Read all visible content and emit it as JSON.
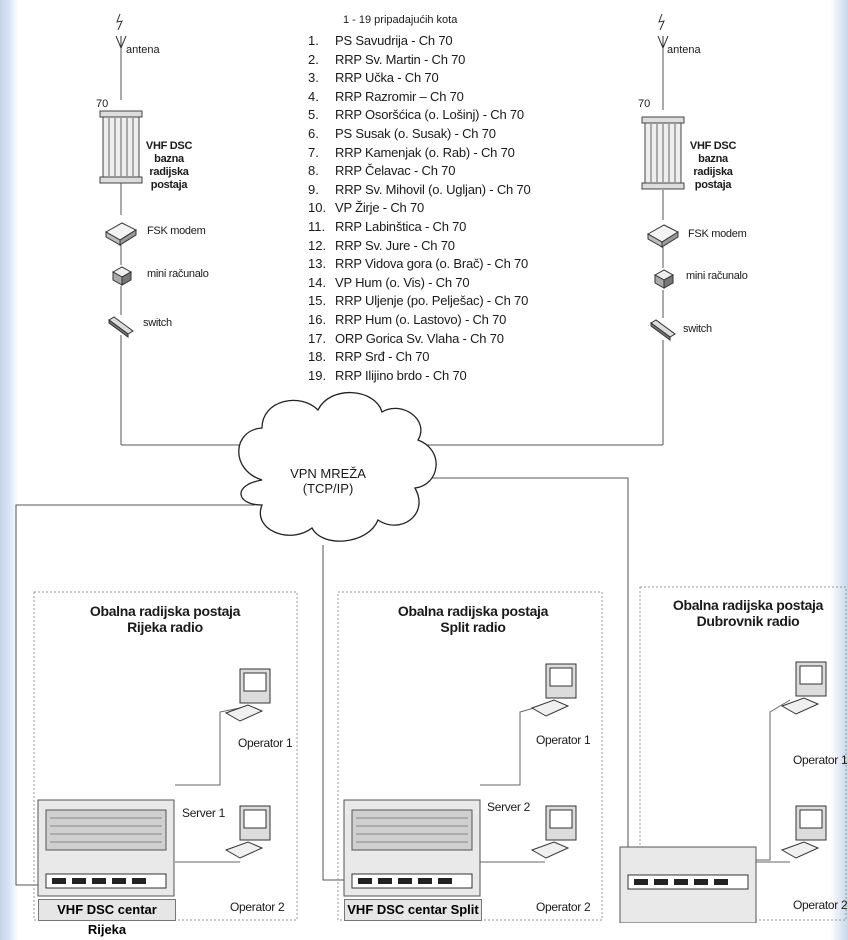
{
  "antennas": {
    "left": {
      "antenna_label": "antena",
      "channel_number": "70",
      "station_label_lines": [
        "VHF DSC",
        "bazna",
        "radijska",
        "postaja"
      ],
      "modem_label": "FSK modem",
      "computer_label": "mini računalo",
      "switch_label": "switch"
    },
    "right": {
      "antenna_label": "antena",
      "channel_number": "70",
      "station_label_lines": [
        "VHF DSC",
        "bazna",
        "radijska",
        "postaja"
      ],
      "modem_label": "FSK modem",
      "computer_label": "mini računalo",
      "switch_label": "switch"
    }
  },
  "site_list": {
    "header": "1 - 19 pripadajućih kota",
    "items": [
      {
        "num": "1.",
        "text": "PS Savudrija - Ch 70"
      },
      {
        "num": "2.",
        "text": "RRP Sv. Martin - Ch 70"
      },
      {
        "num": "3.",
        "text": "RRP Učka - Ch 70"
      },
      {
        "num": "4.",
        "text": "RRP Razromir – Ch 70"
      },
      {
        "num": "5.",
        "text": "RRP Osoršćica (o. Lošinj) - Ch 70"
      },
      {
        "num": "6.",
        "text": "PS Susak (o. Susak) - Ch 70"
      },
      {
        "num": "7.",
        "text": "RRP Kamenjak (o. Rab) - Ch 70"
      },
      {
        "num": "8.",
        "text": "RRP Čelavac - Ch 70"
      },
      {
        "num": "9.",
        "text": "RRP Sv. Mihovil (o. Ugljan) - Ch 70"
      },
      {
        "num": "10.",
        "text": "VP Žirje - Ch 70"
      },
      {
        "num": "11.",
        "text": "RRP Labinštica - Ch 70"
      },
      {
        "num": "12.",
        "text": "RRP Sv. Jure - Ch 70"
      },
      {
        "num": "13.",
        "text": "RRP Vidova gora (o. Brač) - Ch 70"
      },
      {
        "num": "14.",
        "text": "VP Hum (o. Vis) - Ch 70"
      },
      {
        "num": "15.",
        "text": "RRP Uljenje (po. Pelješac) - Ch 70"
      },
      {
        "num": "16.",
        "text": "RRP Hum (o. Lastovo) - Ch 70"
      },
      {
        "num": "17.",
        "text": "ORP Gorica Sv. Vlaha - Ch 70"
      },
      {
        "num": "18.",
        "text": "RRP Srđ - Ch 70"
      },
      {
        "num": "19.",
        "text": "RRP Ilijino brdo - Ch 70"
      }
    ]
  },
  "network": {
    "line1": "VPN MREŽA",
    "line2": "(TCP/IP)"
  },
  "stations": [
    {
      "title_line1": "Obalna radijska postaja",
      "title_line2": "Rijeka radio",
      "server_label": "Server 1",
      "operator1": "Operator 1",
      "operator2": "Operator 2",
      "center_label": "VHF DSC centar Rijeka"
    },
    {
      "title_line1": "Obalna radijska postaja",
      "title_line2": "Split radio",
      "server_label": "Server 2",
      "operator1": "Operator 1",
      "operator2": "Operator 2",
      "center_label": "VHF DSC centar Split"
    },
    {
      "title_line1": "Obalna radijska postaja",
      "title_line2": "Dubrovnik radio",
      "operator1": "Operator 1",
      "operator2": "Operator 2"
    }
  ]
}
